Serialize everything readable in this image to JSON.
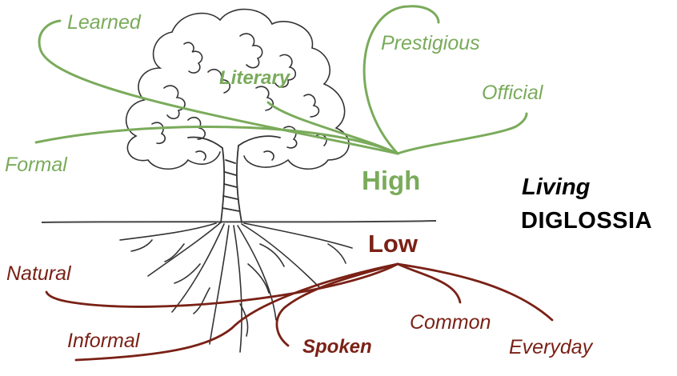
{
  "title": {
    "line1": "Living",
    "line2": "DIGLOSSIA"
  },
  "colors": {
    "high": "#7aab5b",
    "low": "#7a2116",
    "ink": "#222222"
  },
  "high": {
    "label": "High",
    "attributes": [
      "Learned",
      "Literary",
      "Prestigious",
      "Official",
      "Formal"
    ]
  },
  "low": {
    "label": "Low",
    "attributes": [
      "Natural",
      "Informal",
      "Spoken",
      "Common",
      "Everyday"
    ]
  }
}
